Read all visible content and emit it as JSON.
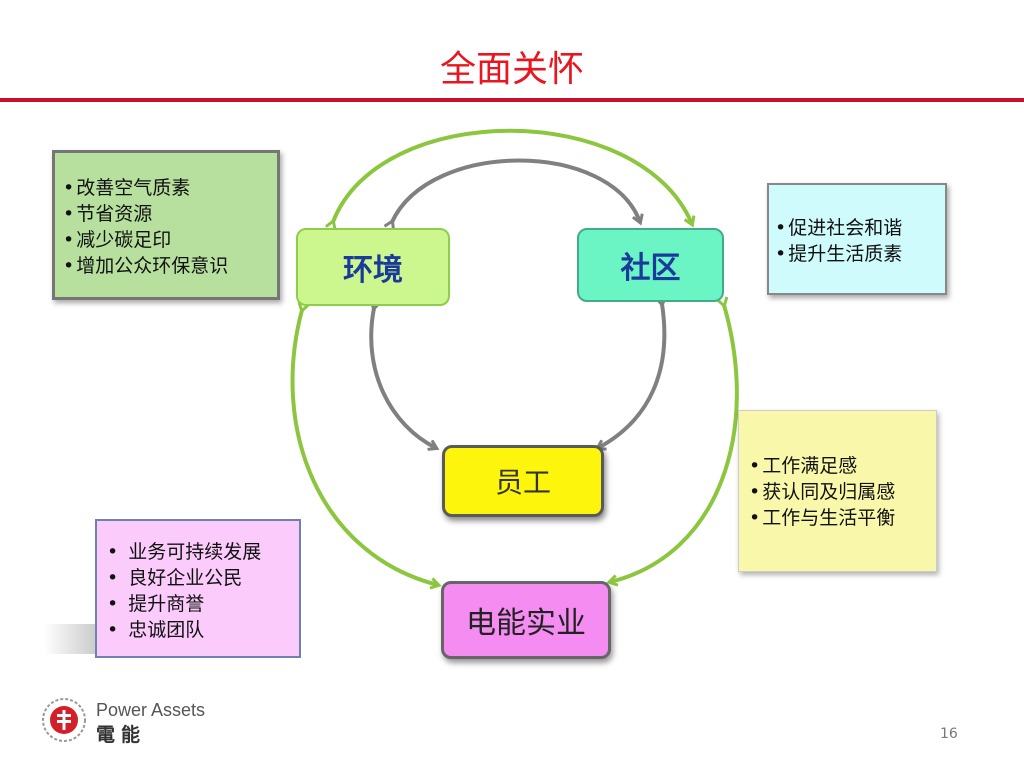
{
  "slide": {
    "title": "全面关怀",
    "page_number": "16"
  },
  "nodes": {
    "environment": "环境",
    "community": "社区",
    "employees": "员工",
    "power_assets": "电能实业"
  },
  "info_boxes": {
    "environment": [
      "改善空气质素",
      "节省资源",
      "减少碳足印",
      "增加公众环保意识"
    ],
    "community": [
      "促进社会和谐",
      "提升生活质素"
    ],
    "employees": [
      "工作满足感",
      "获认同及归属感",
      "工作与生活平衡"
    ],
    "power_assets": [
      "业务可持续发展",
      "良好企业公民",
      "提升商誉",
      "忠诚团队"
    ]
  },
  "logo": {
    "name_en": "Power Assets",
    "name_zh": "電能"
  },
  "colors": {
    "title": "#e8161f",
    "green_arrow": "#8cc63f",
    "gray_arrow": "#808080"
  }
}
